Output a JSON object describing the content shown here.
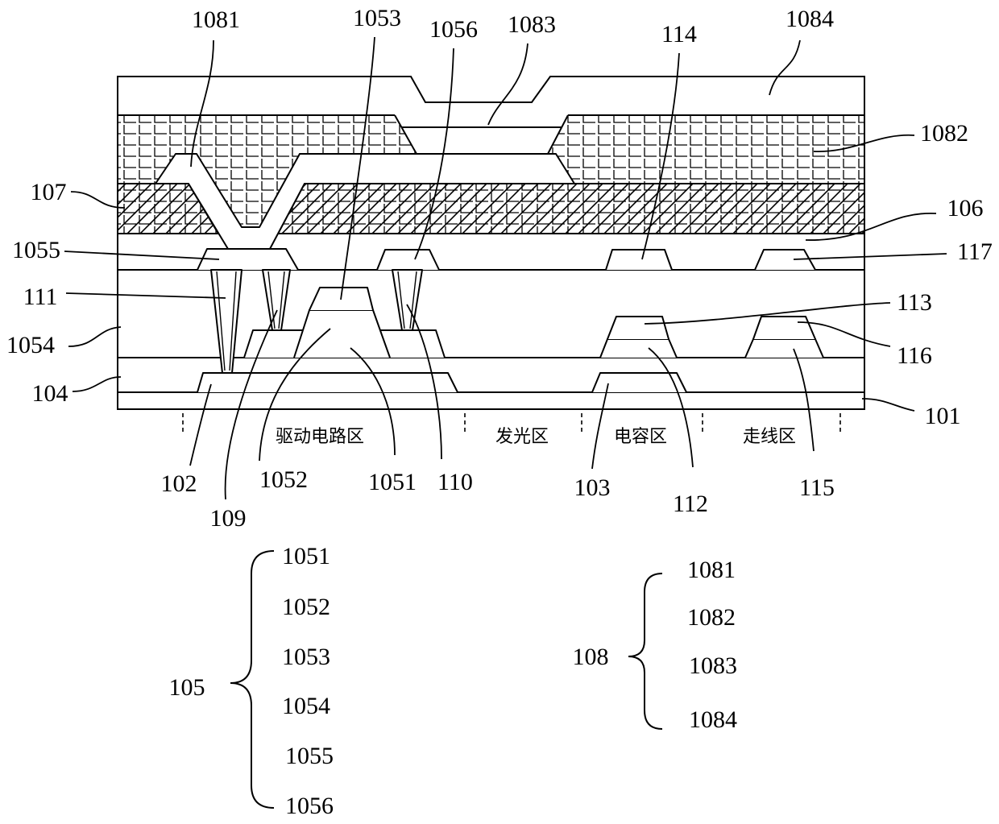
{
  "callouts": {
    "n1081": "1081",
    "n1053": "1053",
    "n1056": "1056",
    "n1083": "1083",
    "n114": "114",
    "n1084": "1084",
    "n1082": "1082",
    "n107": "107",
    "n106": "106",
    "n1055": "1055",
    "n117": "117",
    "n111": "111",
    "n113": "113",
    "n1054": "1054",
    "n116": "116",
    "n104": "104",
    "n101": "101",
    "n102": "102",
    "n109": "109",
    "n1052": "1052",
    "n1051": "1051",
    "n110": "110",
    "n103": "103",
    "n112": "112",
    "n115": "115"
  },
  "regions": [
    "驱动电路区",
    "发光区",
    "电容区",
    "走线区"
  ],
  "group_105": {
    "label": "105",
    "items": [
      "1051",
      "1052",
      "1053",
      "1054",
      "1055",
      "1056"
    ]
  },
  "group_108": {
    "label": "108",
    "items": [
      "1081",
      "1082",
      "1083",
      "1084"
    ]
  }
}
